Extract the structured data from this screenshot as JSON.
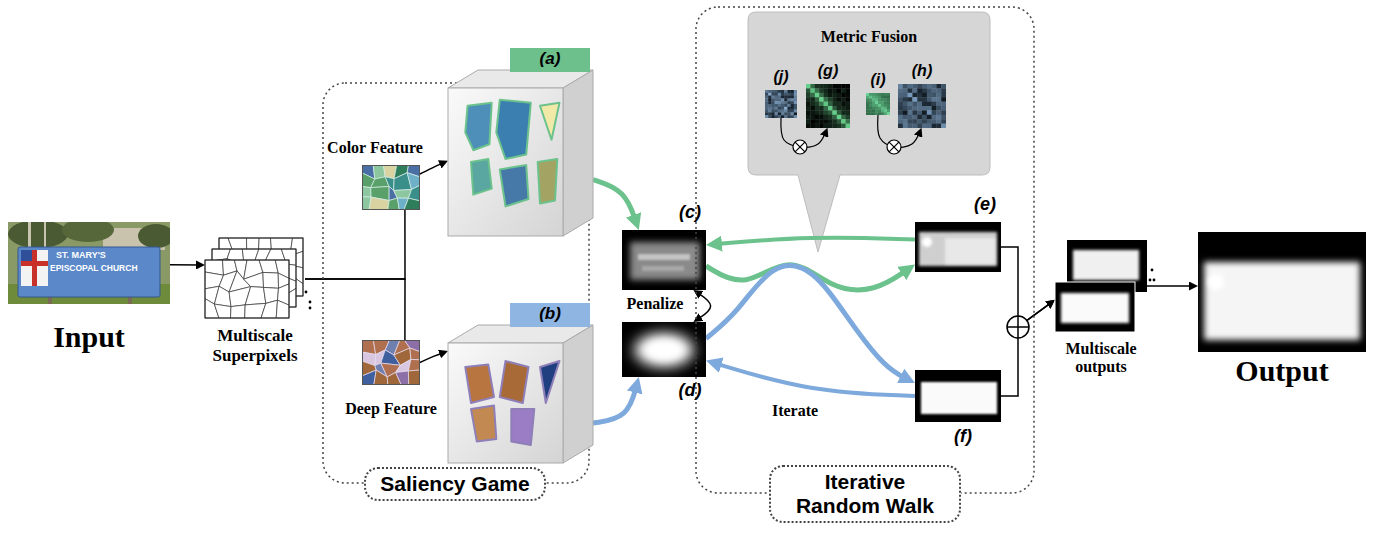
{
  "diagram": {
    "nodes": [
      {
        "text": [
          "Input"
        ]
      },
      {
        "text": [
          "Multiscale Superpixels"
        ]
      },
      {
        "text": [
          "Saliency Game"
        ]
      },
      {
        "text": [
          "Color Feature"
        ],
        "in": 2
      },
      {
        "text": [
          "(a)"
        ],
        "in": 2
      },
      {
        "text": [
          "Deep Feature"
        ],
        "in": 2
      },
      {
        "text": [
          "(b)"
        ],
        "in": 2
      },
      {
        "text": [
          "(c)"
        ]
      },
      {
        "text": [
          "(d)"
        ]
      },
      {
        "text": [
          "Iterative Random Walk"
        ]
      },
      {
        "text": [
          "Metric Fusion"
        ],
        "in": 9
      },
      {
        "text": [
          "(j)"
        ],
        "in": 10
      },
      {
        "text": [
          "(g)"
        ],
        "in": 10
      },
      {
        "text": [
          "(i)"
        ],
        "in": 10
      },
      {
        "text": [
          "(h)"
        ],
        "in": 10
      },
      {
        "text": [
          "(e)"
        ],
        "in": 9
      },
      {
        "text": [
          "(f)"
        ],
        "in": 9
      },
      {
        "text": [
          "Multiscale outputs"
        ]
      },
      {
        "text": [
          "Output"
        ]
      }
    ],
    "edges": [
      {
        "from": 0,
        "to": 1,
        "arrow": "to"
      },
      {
        "from": 1,
        "to": 3,
        "arrow": "none"
      },
      {
        "from": 1,
        "to": 5,
        "arrow": "none"
      },
      {
        "from": 3,
        "to": 4,
        "arrow": "to"
      },
      {
        "from": 5,
        "to": 6,
        "arrow": "to"
      },
      {
        "from": 4,
        "to": 7,
        "arrow": "to"
      },
      {
        "from": 6,
        "to": 8,
        "arrow": "to"
      },
      {
        "from": 7,
        "to": 8,
        "label": "Penalize",
        "arrow": "both"
      },
      {
        "from": 7,
        "to": 15,
        "arrow": "to"
      },
      {
        "from": 8,
        "to": 16,
        "arrow": "to"
      },
      {
        "from": 15,
        "to": 7,
        "arrow": "to"
      },
      {
        "from": 16,
        "to": 8,
        "label": "Iterate",
        "arrow": "to"
      },
      {
        "from": 11,
        "to": 12,
        "arrow": "to"
      },
      {
        "from": 13,
        "to": 14,
        "arrow": "to"
      },
      {
        "from": 15,
        "to": 17,
        "arrow": "to"
      },
      {
        "from": 16,
        "to": 17,
        "arrow": "to"
      },
      {
        "from": 17,
        "to": 18,
        "arrow": "to"
      }
    ],
    "labels": [
      "ST. MARY'S",
      "EPISCOPAL CHURCH"
    ]
  }
}
